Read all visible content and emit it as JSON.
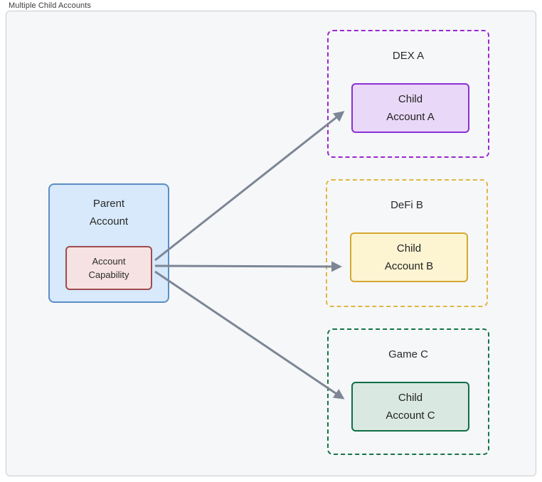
{
  "title": "Multiple Child Accounts",
  "parent": {
    "label": "Parent\nAccount",
    "capability_label": "Account\nCapability"
  },
  "groups": [
    {
      "label": "DEX A",
      "child_label": "Child\nAccount A"
    },
    {
      "label": "DeFi B",
      "child_label": "Child\nAccount B"
    },
    {
      "label": "Game C",
      "child_label": "Child\nAccount C"
    }
  ],
  "colors": {
    "frame_bg": "#f6f7f8",
    "frame_border": "#c8ccd2",
    "parent_fill": "#d7e9fb",
    "parent_border": "#5b8ec4",
    "capability_fill": "#f6e2e2",
    "capability_border": "#9d4d4d",
    "dex_group_border": "#9a27cf",
    "dex_child_fill": "#ead8f8",
    "dex_child_border": "#8b2fd6",
    "defi_group_border": "#dfb843",
    "defi_child_fill": "#fdf4d2",
    "defi_child_border": "#d3a92f",
    "game_group_border": "#157549",
    "game_child_fill": "#d9e8e0",
    "game_child_border": "#0f6e45",
    "arrow": "#7c8696"
  }
}
